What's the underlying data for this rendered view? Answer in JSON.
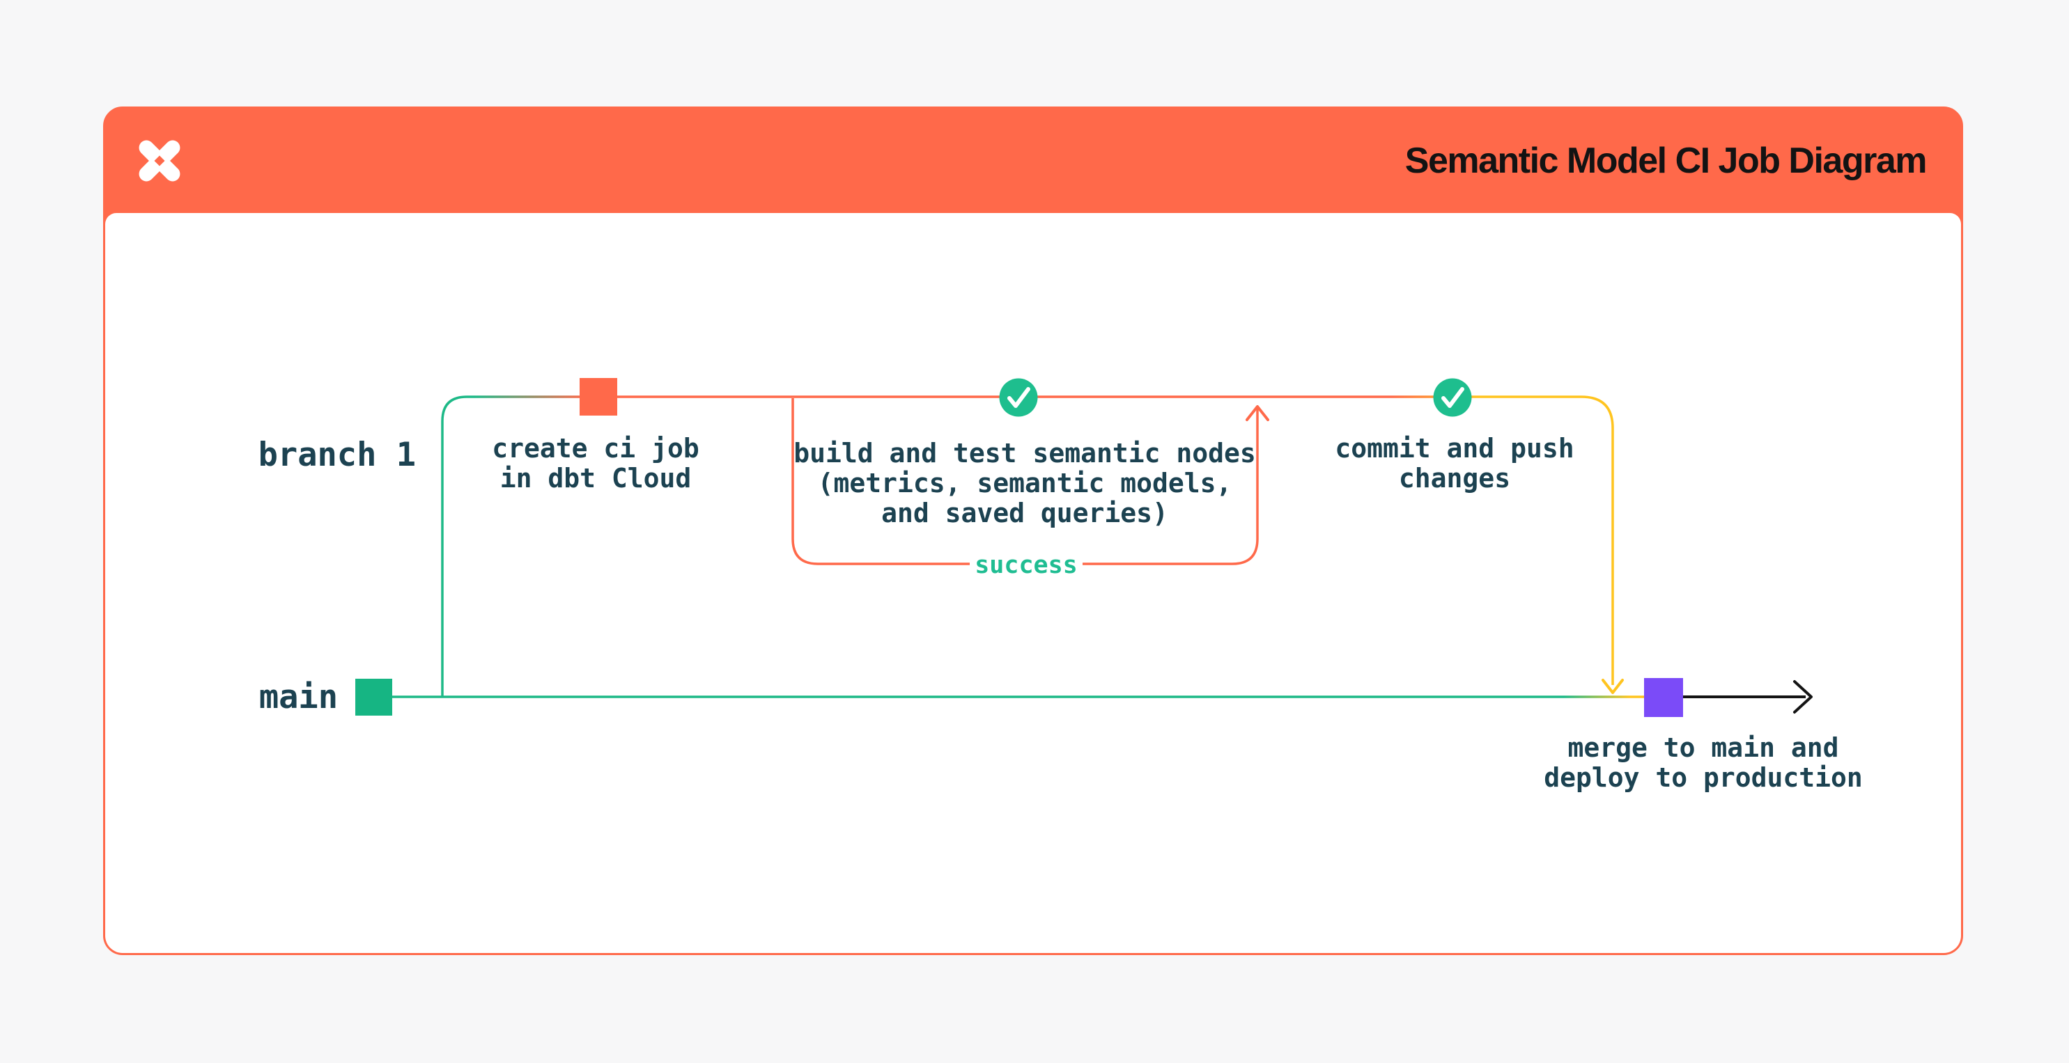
{
  "header": {
    "title": "Semantic Model CI Job Diagram",
    "logo": "dbt-logo"
  },
  "labels": {
    "branch": "branch 1",
    "main": "main"
  },
  "nodes": {
    "create_ci": {
      "line1": "create ci job",
      "line2": "in dbt Cloud"
    },
    "build_test": {
      "line1": "build and test semantic nodes",
      "line2": "(metrics, semantic models,",
      "line3": "and saved queries)"
    },
    "loop_label": "success",
    "commit_push": {
      "line1": "commit and push",
      "line2": "changes"
    },
    "merge": {
      "line1": "merge to main and",
      "line2": "deploy to production"
    }
  },
  "colors": {
    "header_bg": "#ff694a",
    "card_border": "#ff694a",
    "page_bg": "#f7f7f8",
    "card_bg": "#ffffff",
    "orange_node": "#ff694a",
    "green_line": "#1db987",
    "green_node": "#16b583",
    "check_circle": "#1ebe8e",
    "yellow_line": "#ffc41f",
    "purple_node": "#7b4bf8",
    "text_dark": "#1c4251",
    "success_text": "#1fbd92",
    "title_text": "#131313",
    "arrow_black": "#141414"
  }
}
